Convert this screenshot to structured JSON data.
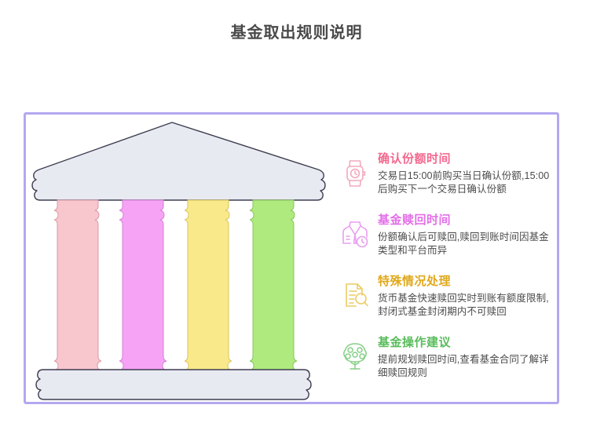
{
  "page": {
    "title": "基金取出规则说明",
    "background": "#ffffff",
    "card_border_color": "#b3a8f0"
  },
  "illustration": {
    "name": "greek-temple",
    "roof_color": "#e8eaf2",
    "base_color": "#e8eaf2",
    "outline_color": "#3d3d50",
    "pillars": [
      {
        "label": "pillar-1",
        "color": "#f8c6cd"
      },
      {
        "label": "pillar-2",
        "color": "#f6a3f6"
      },
      {
        "label": "pillar-3",
        "color": "#f9e98b"
      },
      {
        "label": "pillar-4",
        "color": "#aeea7e"
      }
    ]
  },
  "info_items": [
    {
      "icon": "watch-icon",
      "heading": "确认份额时间",
      "body": "交易日15:00前购买当日确认份额,15:00后购买下一个交易日确认份额",
      "color": "#f4698f"
    },
    {
      "icon": "suit-clock-icon",
      "heading": "基金赎回时间",
      "body": "份额确认后可赎回,赎回到账时间因基金类型和平台而异",
      "color": "#e36fe8"
    },
    {
      "icon": "document-magnifier-icon",
      "heading": "特殊情况处理",
      "body": "货币基金快速赎回实时到账有额度限制,封闭式基金封闭期内不可赎回",
      "color": "#e0a81c"
    },
    {
      "icon": "money-tree-icon",
      "heading": "基金操作建议",
      "body": "提前规划赎回时间,查看基金合同了解详细赎回规则",
      "color": "#59bc5c"
    }
  ]
}
